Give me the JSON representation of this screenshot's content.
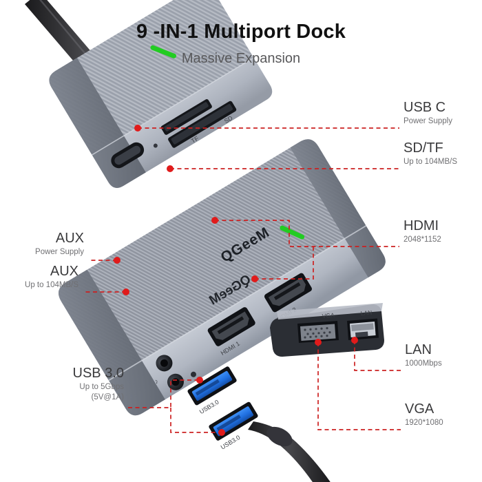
{
  "header": {
    "title": "9 -IN-1 Multiport Dock",
    "subtitle": "Massive Expansion"
  },
  "brand": {
    "logo_text": "QGeeM",
    "logo_text_mirrored": "QGeeM"
  },
  "callouts": {
    "usb_c": {
      "title": "USB C",
      "spec": "Power Supply"
    },
    "sd_tf": {
      "title": "SD/TF",
      "spec": "Up to 104MB/S"
    },
    "hdmi": {
      "title": "HDMI",
      "spec": "2048*1152"
    },
    "lan": {
      "title": "LAN",
      "spec": "1000Mbps"
    },
    "vga": {
      "title": "VGA",
      "spec": "1920*1080"
    },
    "aux_power": {
      "title": "AUX",
      "spec": "Power Supply"
    },
    "aux_speed": {
      "title": "AUX",
      "spec": "Up to 104MB/S"
    },
    "usb3": {
      "title": "USB 3.0",
      "spec": "Up to 5Gbps",
      "spec2": "(5V@1A)"
    }
  },
  "port_markings": {
    "tf": "TF",
    "sd": "SD",
    "hdmi1": "HDMI 1",
    "hdmi2": "HDMI 2",
    "vga": "VGA",
    "lan": "LAN",
    "usb3_top": "USB3.0",
    "usb3_bottom": "USB3.0"
  },
  "colors": {
    "leader_red": "#cc2020",
    "dot_red": "#e01b1b",
    "accent_green": "#22cc22",
    "body_gray_light": "#b3b8c2",
    "body_gray_mid": "#9aa0ab",
    "body_gray_dark": "#6e747f",
    "port_black": "#1d1f24",
    "usb_blue": "#1f6fe0",
    "cable_black": "#2a2a2c",
    "title_color": "#111111",
    "subtitle_color": "#58585a",
    "label_title_color": "#3a3a3c",
    "label_spec_color": "#6f6f72"
  }
}
